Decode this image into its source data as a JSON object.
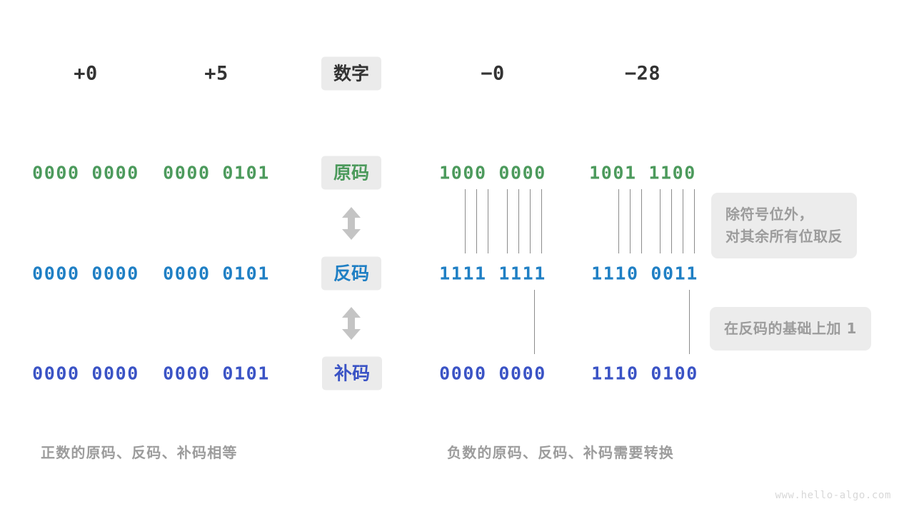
{
  "page": {
    "watermark": "www.hello-algo.com",
    "colors": {
      "sign_magnitude": "#4c9a5c",
      "ones_complement": "#1f7fc4",
      "twos_complement": "#3a53c5",
      "label_chip_bg": "#ebebeb",
      "callout_bg": "#ececec",
      "callout_text": "#9c9c9c",
      "connector_line": "#8c8c8c",
      "arrow": "#c4c4c4"
    }
  },
  "header": {
    "row_label": "数字",
    "values": {
      "pos_zero": "+0",
      "pos_five": "+5",
      "neg_zero": "−0",
      "neg_twentyeight": "−28"
    }
  },
  "rows": [
    {
      "label": "原码",
      "color_key": "sign_magnitude",
      "pos_zero": "0000 0000",
      "pos_five": "0000 0101",
      "neg_zero": "1000 0000",
      "neg_twentyeight": "1001 1100"
    },
    {
      "label": "反码",
      "color_key": "ones_complement",
      "pos_zero": "0000 0000",
      "pos_five": "0000 0101",
      "neg_zero": "1111 1111",
      "neg_twentyeight": "1110 0011"
    },
    {
      "label": "补码",
      "color_key": "twos_complement",
      "pos_zero": "0000 0000",
      "pos_five": "0000 0101",
      "neg_zero": "0000 0000",
      "neg_twentyeight": "1110 0100"
    }
  ],
  "callouts": {
    "invert": {
      "line1": "除符号位外，",
      "line2": "对其余所有位取反"
    },
    "add_one": {
      "line1": "在反码的基础上加 1"
    }
  },
  "captions": {
    "left": "正数的原码、反码、补码相等",
    "right": "负数的原码、反码、补码需要转换"
  }
}
